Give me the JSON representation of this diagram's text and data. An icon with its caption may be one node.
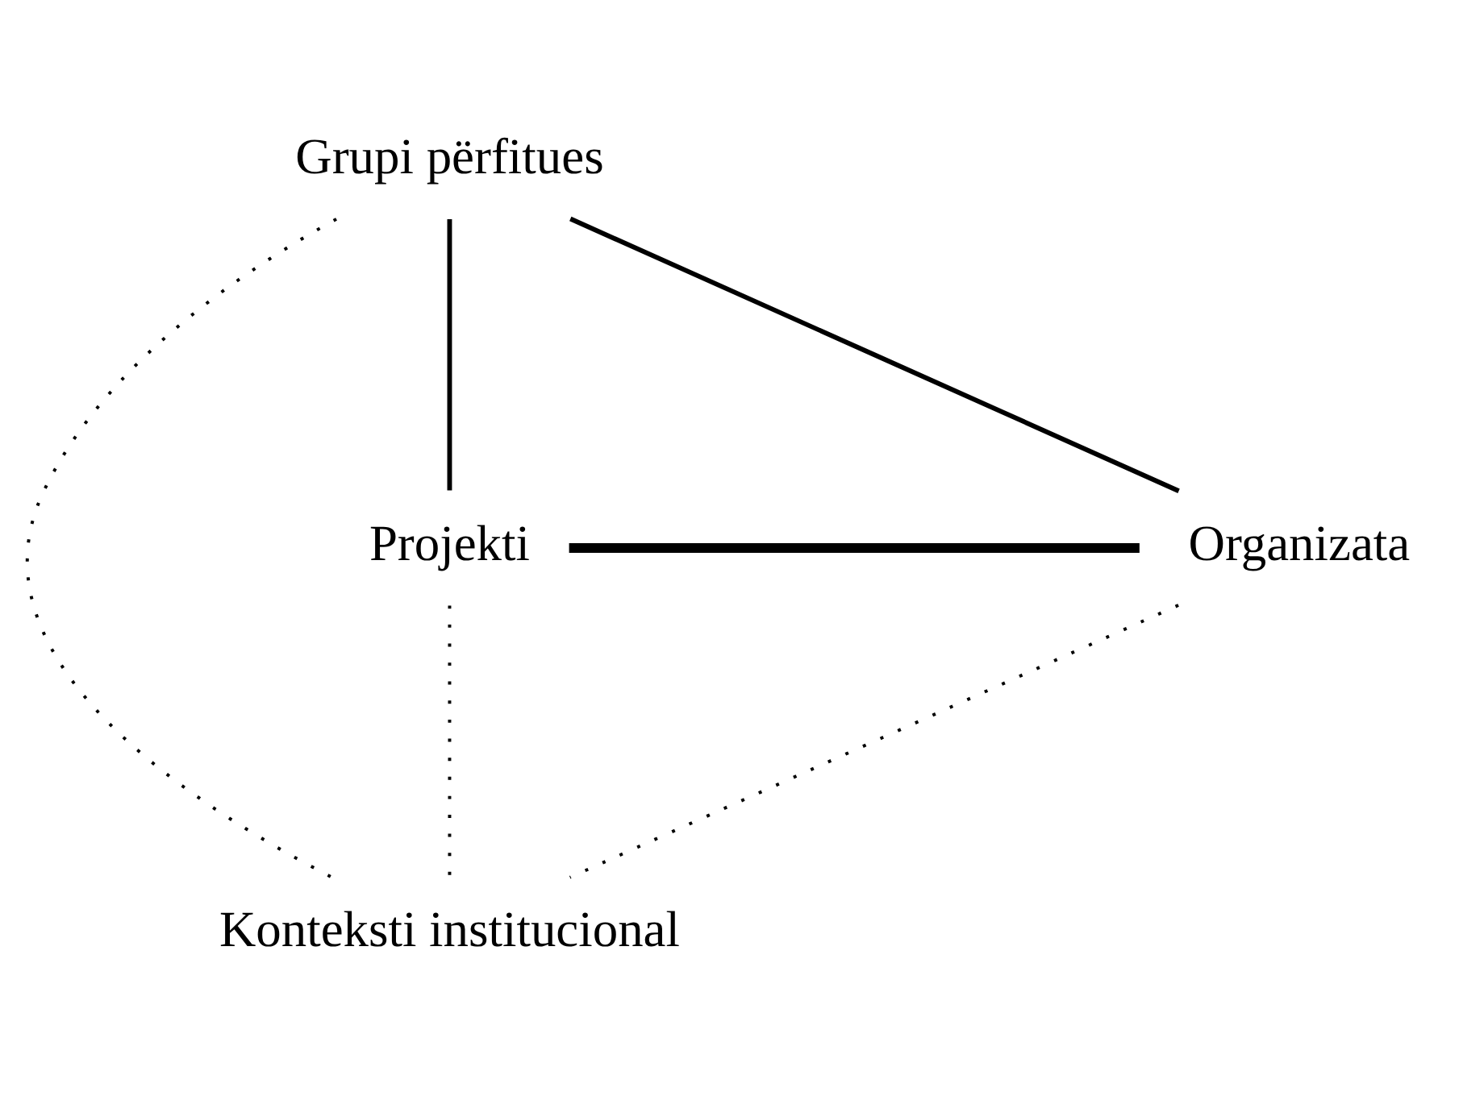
{
  "diagram": {
    "nodes": [
      {
        "text": [
          "Grupi përfitues"
        ]
      },
      {
        "text": [
          "Konteksti institucional"
        ]
      },
      {
        "text": [
          "Projekti"
        ]
      },
      {
        "text": [
          "Organizata"
        ]
      }
    ],
    "edges": [
      {
        "from": 0,
        "to": 2,
        "arrow": "none"
      },
      {
        "from": 0,
        "to": 3,
        "arrow": "none"
      },
      {
        "from": 2,
        "to": 3,
        "arrow": "none",
        "style": "thick"
      },
      {
        "from": 0,
        "to": 1,
        "arrow": "none",
        "style": "dashed"
      },
      {
        "from": 2,
        "to": 1,
        "arrow": "none",
        "style": "dashed"
      },
      {
        "from": 3,
        "to": 1,
        "arrow": "none",
        "style": "dashed"
      }
    ]
  }
}
